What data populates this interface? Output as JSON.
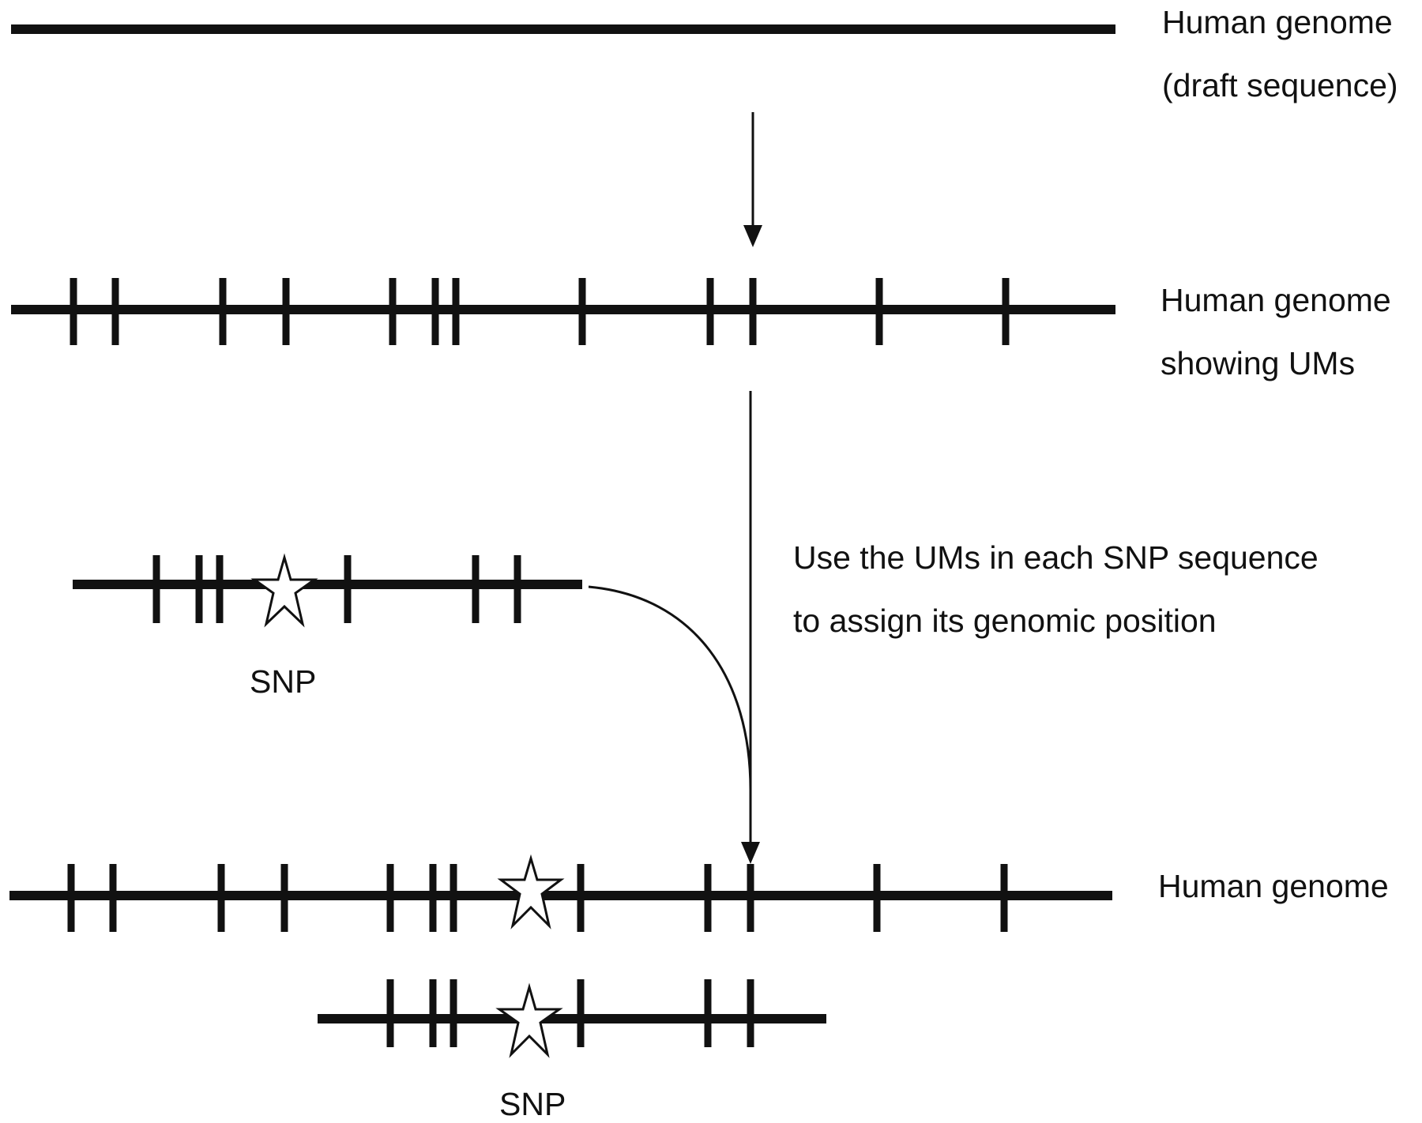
{
  "labels": {
    "draft_genome_line1": "Human genome",
    "draft_genome_line2": "(draft sequence)",
    "um_genome_line1": "Human genome",
    "um_genome_line2": "showing UMs",
    "instruction_line1": "Use the UMs in each SNP sequence",
    "instruction_line2": "to assign its genomic position",
    "final_genome": "Human genome",
    "snp_top": "SNP",
    "snp_bottom": "SNP"
  },
  "colors": {
    "line": "#111111",
    "star_fill": "#ffffff"
  }
}
